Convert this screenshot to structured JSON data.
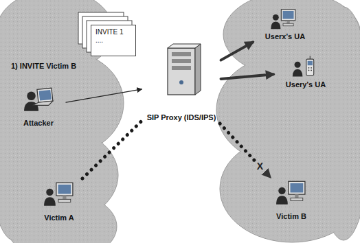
{
  "diagram": {
    "nodes": [
      {
        "text": [
          "Attacker"
        ]
      },
      {
        "text": [
          "INVITE 1",
          "...."
        ]
      },
      {
        "text": [
          "Victim A"
        ]
      },
      {
        "text": [
          "SIP Proxy (IDS/IPS)"
        ]
      },
      {
        "text": [
          "Userx's UA"
        ]
      },
      {
        "text": [
          "Usery's UA"
        ]
      },
      {
        "text": [
          "Victim B"
        ]
      }
    ],
    "edges": [
      {
        "from": 0,
        "to": 3,
        "arrow": "to"
      },
      {
        "from": 2,
        "to": 3,
        "arrow": "none"
      },
      {
        "from": 3,
        "to": 4,
        "arrow": "to"
      },
      {
        "from": 3,
        "to": 5,
        "arrow": "to"
      },
      {
        "from": 3,
        "to": 6,
        "label": "X",
        "arrow": "to"
      }
    ],
    "labels": [
      "1) INVITE Victim B"
    ]
  }
}
